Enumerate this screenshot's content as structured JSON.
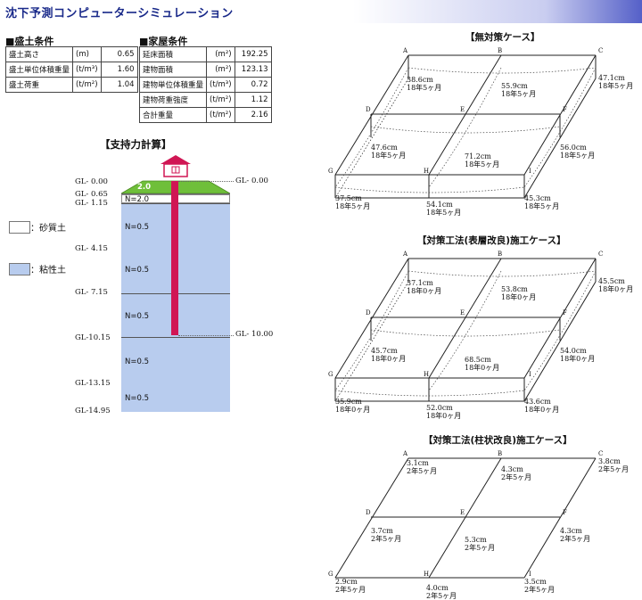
{
  "title": "沈下予測コンピューターシミュレーション",
  "embankment": {
    "heading": "■盛土条件",
    "rows": [
      {
        "label": "盛土高さ",
        "unit": "(m)",
        "value": "0.65"
      },
      {
        "label": "盛土単位体積重量",
        "unit": "(t/m³)",
        "value": "1.60"
      },
      {
        "label": "盛土荷重",
        "unit": "(t/m²)",
        "value": "1.04"
      }
    ]
  },
  "house": {
    "heading": "■家屋条件",
    "rows": [
      {
        "label": "延床面積",
        "unit": "(m²)",
        "value": "192.25"
      },
      {
        "label": "建物面積",
        "unit": "(m²)",
        "value": "123.13"
      },
      {
        "label": "建物単位体積重量",
        "unit": "(t/m³)",
        "value": "0.72"
      },
      {
        "label": "建物荷重強度",
        "unit": "(t/m²)",
        "value": "1.12"
      },
      {
        "label": "合計重量",
        "unit": "(t/m²)",
        "value": "2.16"
      }
    ]
  },
  "support": {
    "title": "【支持力計算】",
    "gl_left": [
      "GL- 0.00",
      "GL- 0.65",
      "GL- 1.15",
      "GL- 4.15",
      "GL- 7.15",
      "GL-10.15",
      "GL-13.15",
      "GL-14.95"
    ],
    "gl_right": [
      "GL- 0.00",
      "GL- 10.00"
    ],
    "embank_label": "2.0",
    "n_values": [
      "N=2.0",
      "N=0.5",
      "N=0.5",
      "N=0.5",
      "N=0.5",
      "N=0.5"
    ],
    "legend": [
      {
        "label": "：砂質土",
        "color": "#ffffff"
      },
      {
        "label": "：粘性土",
        "color": "#b8ccee"
      }
    ]
  },
  "cases": [
    {
      "title": "【無対策ケース】",
      "nodes": [
        "A",
        "B",
        "C",
        "D",
        "E",
        "F",
        "G",
        "H",
        "I"
      ],
      "values": [
        {
          "v": "38.6cm",
          "t": "18年5ヶ月"
        },
        {
          "v": "55.9cm",
          "t": "18年5ヶ月"
        },
        {
          "v": "47.1cm",
          "t": "18年5ヶ月"
        },
        {
          "v": "47.6cm",
          "t": "18年5ヶ月"
        },
        {
          "v": "71.2cm",
          "t": "18年5ヶ月"
        },
        {
          "v": "56.0cm",
          "t": "18年5ヶ月"
        },
        {
          "v": "37.5cm",
          "t": "18年5ヶ月"
        },
        {
          "v": "54.1cm",
          "t": "18年5ヶ月"
        },
        {
          "v": "45.3cm",
          "t": "18年5ヶ月"
        }
      ]
    },
    {
      "title": "【対策工法(表層改良)施工ケース】",
      "nodes": [
        "A",
        "B",
        "C",
        "D",
        "E",
        "F",
        "G",
        "H",
        "I"
      ],
      "values": [
        {
          "v": "37.1cm",
          "t": "18年0ヶ月"
        },
        {
          "v": "53.8cm",
          "t": "18年0ヶ月"
        },
        {
          "v": "45.5cm",
          "t": "18年0ヶ月"
        },
        {
          "v": "45.7cm",
          "t": "18年0ヶ月"
        },
        {
          "v": "68.5cm",
          "t": "18年0ヶ月"
        },
        {
          "v": "54.0cm",
          "t": "18年0ヶ月"
        },
        {
          "v": "35.9cm",
          "t": "18年0ヶ月"
        },
        {
          "v": "52.0cm",
          "t": "18年0ヶ月"
        },
        {
          "v": "43.6cm",
          "t": "18年0ヶ月"
        }
      ]
    },
    {
      "title": "【対策工法(柱状改良)施工ケース】",
      "nodes": [
        "A",
        "B",
        "C",
        "D",
        "E",
        "F",
        "G",
        "H",
        "I"
      ],
      "values": [
        {
          "v": "3.1cm",
          "t": "2年5ヶ月"
        },
        {
          "v": "4.3cm",
          "t": "2年5ヶ月"
        },
        {
          "v": "3.8cm",
          "t": "2年5ヶ月"
        },
        {
          "v": "3.7cm",
          "t": "2年5ヶ月"
        },
        {
          "v": "5.3cm",
          "t": "2年5ヶ月"
        },
        {
          "v": "4.3cm",
          "t": "2年5ヶ月"
        },
        {
          "v": "2.9cm",
          "t": "2年5ヶ月"
        },
        {
          "v": "4.0cm",
          "t": "2年5ヶ月"
        },
        {
          "v": "3.5cm",
          "t": "2年5ヶ月"
        }
      ]
    }
  ]
}
